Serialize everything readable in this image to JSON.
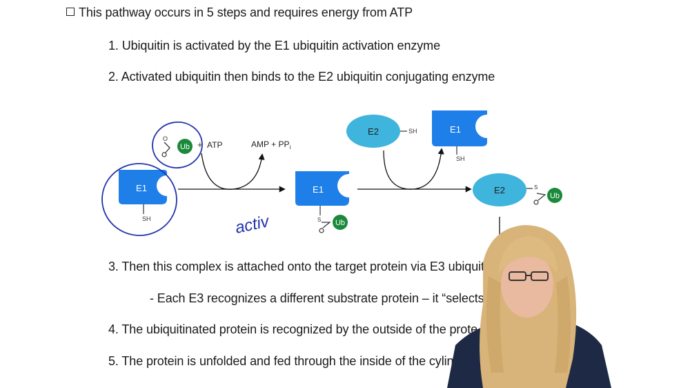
{
  "bullet": {
    "text": "This pathway occurs in 5 steps and requires energy from ATP"
  },
  "steps": [
    "1. Ubiquitin is activated by the E1 ubiquitin activation enzyme",
    "2. Activated ubiquitin then binds to the E2 ubiquitin conjugating enzyme",
    "3. Then this complex is attached onto the target protein via E3 ubiquitin ligas",
    "4. The ubiquitinated protein is recognized by the outside of the prote",
    "5. The protein is unfolded and fed through the inside of the cylind"
  ],
  "sub_step": "- Each E3 recognizes a different substrate protein – it “selects” the",
  "sub_step_tail": "n",
  "diagram": {
    "e1_label": "E1",
    "e2_label": "E2",
    "ub_label": "Ub",
    "sh_label": "SH",
    "s_label": "S",
    "o_label": "O",
    "atp_label": "ATP",
    "plus_label": "+",
    "amp_label": "AMP + PP",
    "amp_sub": "i",
    "handwriting": "activ"
  },
  "colors": {
    "enzyme_blue": "#1f7fe8",
    "e2_teal": "#3fb4dc",
    "ub_green": "#1a8a3a",
    "pen_blue": "#2233aa"
  }
}
